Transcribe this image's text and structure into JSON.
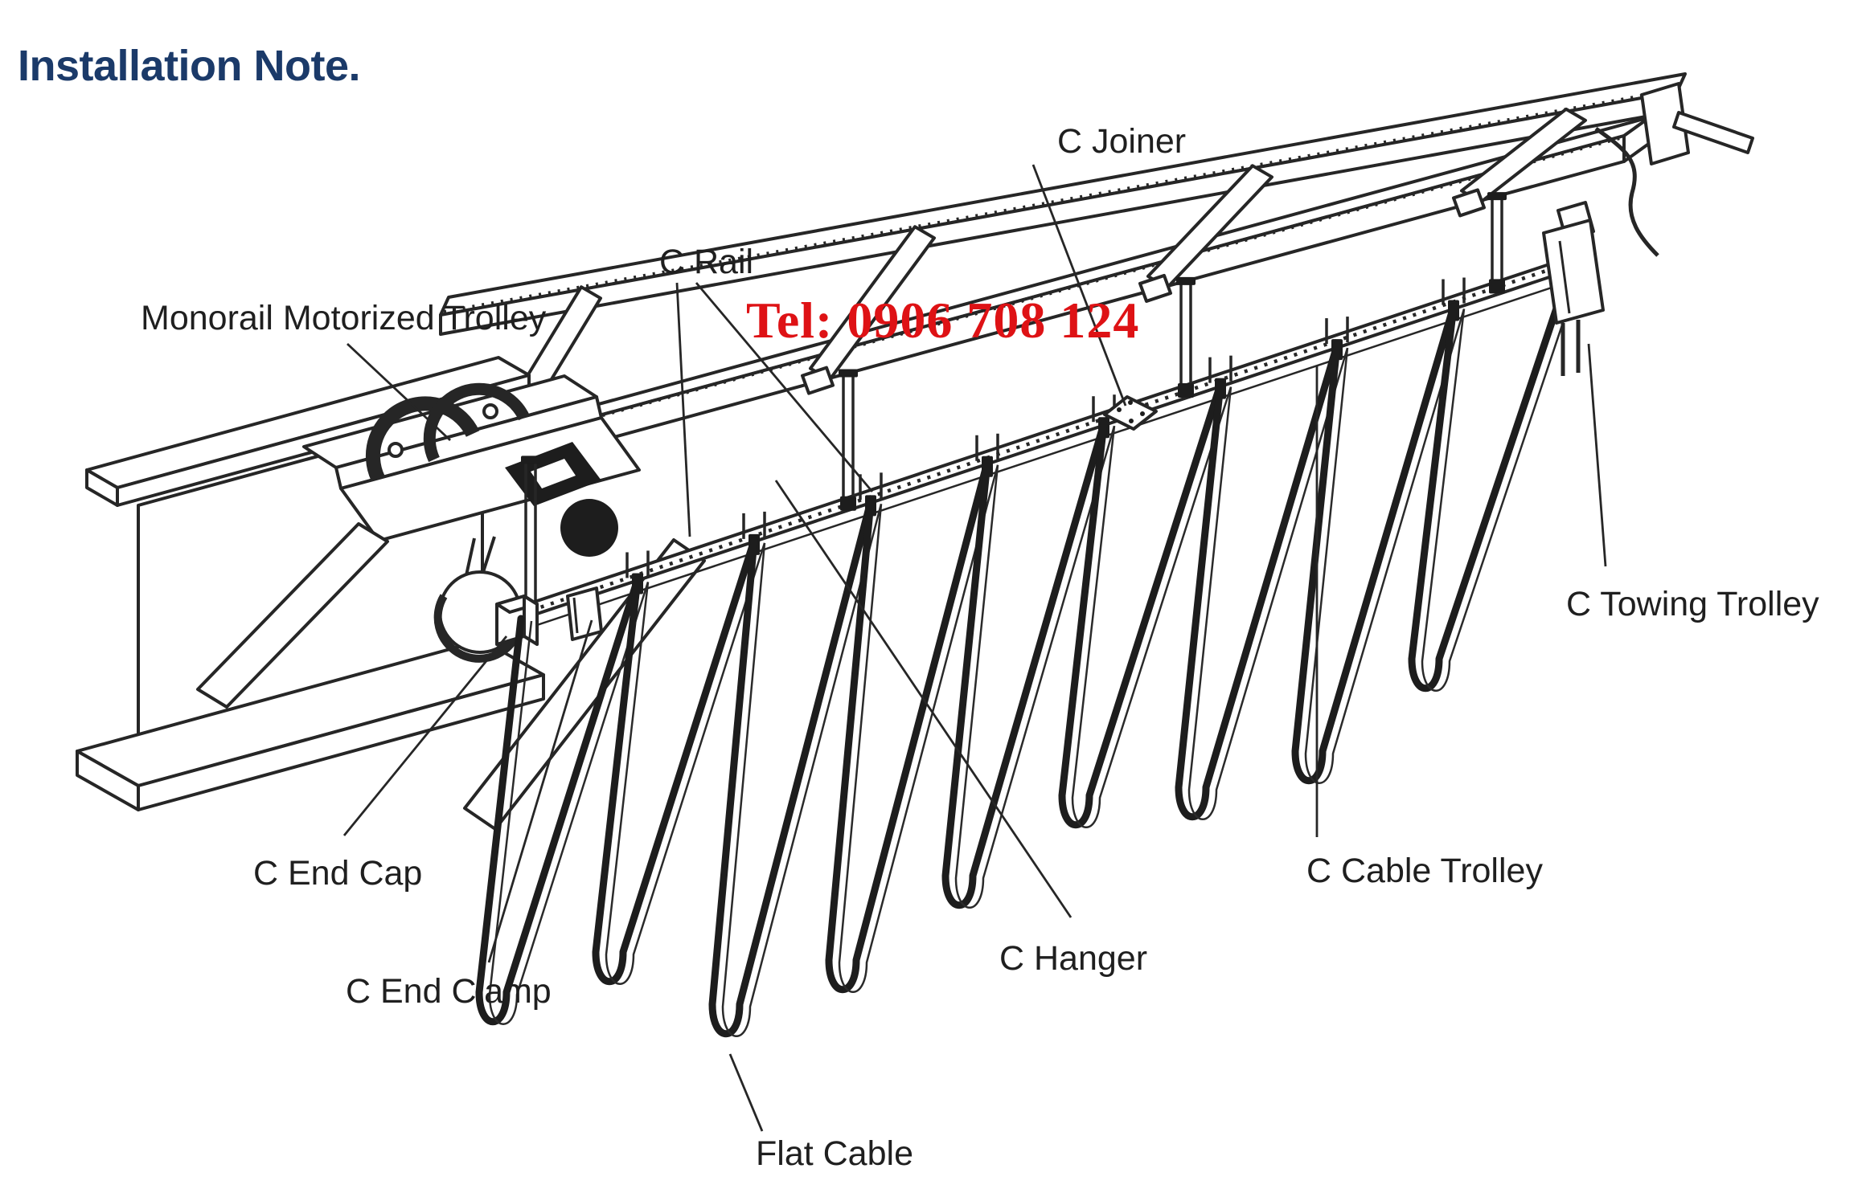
{
  "title": {
    "text": "Installation Note.",
    "color": "#1b3a69"
  },
  "watermark": {
    "text": "Tel: 0906 708 124",
    "color": "#de1215"
  },
  "diagram": {
    "type": "isometric-line-drawing",
    "subject": "C-rail festoon flat cable system on monorail runway",
    "background": "#ffffff",
    "line_color": "#262626",
    "label_color": "#1f1f1f",
    "labels": {
      "c_joiner": "C Joiner",
      "c_rail": "C Rail",
      "monorail_motorized_trolley": "Monorail Motorized Trolley",
      "tel_overlay": "Tel: 0906 708 124",
      "c_towing_trolley": "C Towing Trolley",
      "c_cable_trolley": "C Cable Trolley",
      "c_hanger": "C Hanger",
      "c_end_cap": "C End Cap",
      "c_end_clamp": "C End Clamp",
      "flat_cable": "Flat Cable"
    },
    "parts_count": {
      "festoon_loops": 9,
      "cross_arms": 4,
      "rail_hangers": 4
    }
  }
}
